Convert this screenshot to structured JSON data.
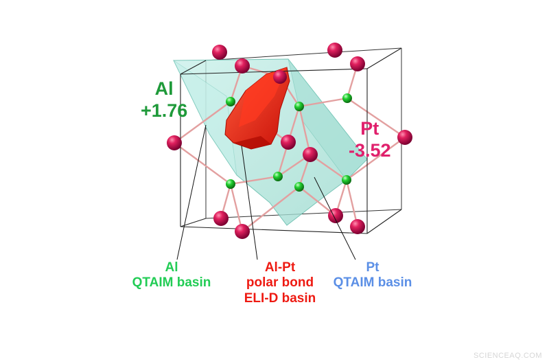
{
  "labels": {
    "al_charge": {
      "element": "Al",
      "charge": "+1.76",
      "color": "#1f9a3a"
    },
    "pt_charge": {
      "element": "Pt",
      "charge": "-3.52",
      "color": "#e0206c"
    },
    "al_basin": {
      "line1": "Al",
      "line2": "QTAIM basin",
      "color": "#22cc55"
    },
    "bond_basin": {
      "line1": "Al-Pt",
      "line2": "polar bond",
      "line3": "ELI-D basin",
      "color": "#ee1a12"
    },
    "pt_basin": {
      "line1": "Pt",
      "line2": "QTAIM basin",
      "color": "#5b8fe6"
    }
  },
  "watermark": "SCIENCEAQ.COM",
  "colors": {
    "pt_atom": "#cc1155",
    "al_atom": "#22cc33",
    "bond": "#e8a0a0",
    "basin_fill": "#b8e8e0",
    "elid_basin": "#e82010",
    "cell_edge": "#222222"
  }
}
